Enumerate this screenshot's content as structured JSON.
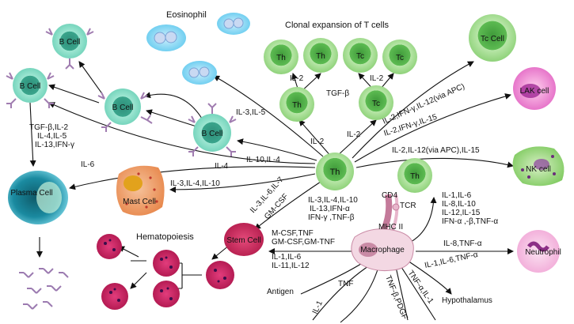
{
  "cells": {
    "eosinophil": "Eosinophil",
    "b_cell": "B Cell",
    "th": "Th",
    "tc": "Tc",
    "tc_cell": "Tc Cell",
    "lak_cell": "LAK cell",
    "nk_cell": "NK cell",
    "plasma_cell": "Plasma Cell",
    "mast_cell": "Mast Cell",
    "stem_cell": "Stem Cell",
    "macrophage": "Macrophage",
    "neutrophil": "Neutrophil"
  },
  "titles": {
    "clonal": "Clonal expansion of T cells",
    "hematopoiesis": "Hematopoiesis"
  },
  "labels": {
    "cd4": "CD4",
    "tcr": "TCR",
    "mhc": "MHC II",
    "il2_a": "IL-2",
    "il2_b": "IL-2",
    "tgfb": "TGF-β",
    "il2_c": "IL-2",
    "il2_d": "IL-2",
    "il3_il5": "IL-3,IL-5",
    "bcell_cyt_1": "TGF-β,IL-2",
    "bcell_cyt_2": "IL-4,IL-5",
    "bcell_cyt_3": "IL-13,IFN-γ",
    "il6": "IL-6",
    "il4": "IL-4",
    "il10_il4": "IL-10,IL-4",
    "mast_cyt": "IL-3,IL-4,IL-10",
    "stem_cyt_1": "IL-3,IL-6,IL-7",
    "stem_cyt_2": "GM-CSF",
    "th_cyt_1": "IL-3,IL-4,IL-10",
    "th_cyt_2": "IL-13,IFN-α",
    "th_cyt_3": "IFN-γ ,TNF-β",
    "tc_cell_cyt": "IL-2,IFN-γ,IL-12(via APC)",
    "lak_cyt": "IL-2,IFN-γ,IL-15",
    "nk_cyt": "IL-2,IL-12(via APC),IL-15",
    "mac_th_1": "IL-1,IL-6",
    "mac_th_2": "IL-8,IL-10",
    "mac_th_3": "IL-12,IL-15",
    "mac_th_4": "IFN-α ,-β,TNF-α",
    "neutro_cyt": "IL-8,TNF-α",
    "hypo_cyt": "IL-1,IL-6,TNF-α",
    "hypothalamus": "Hypothalamus",
    "mac_stem_1": "M-CSF,TNF",
    "mac_stem_2": "GM-CSF,GM-TNF",
    "mac_stem_3": "IL-1,IL-6",
    "mac_stem_4": "IL-11,IL-12",
    "antigen": "Antigen",
    "tnf": "TNF",
    "il1": "IL-1",
    "tnfb_pdgf": "TNF-β,PDGF",
    "tnfa_il1": "TNF-α,IL-1"
  }
}
